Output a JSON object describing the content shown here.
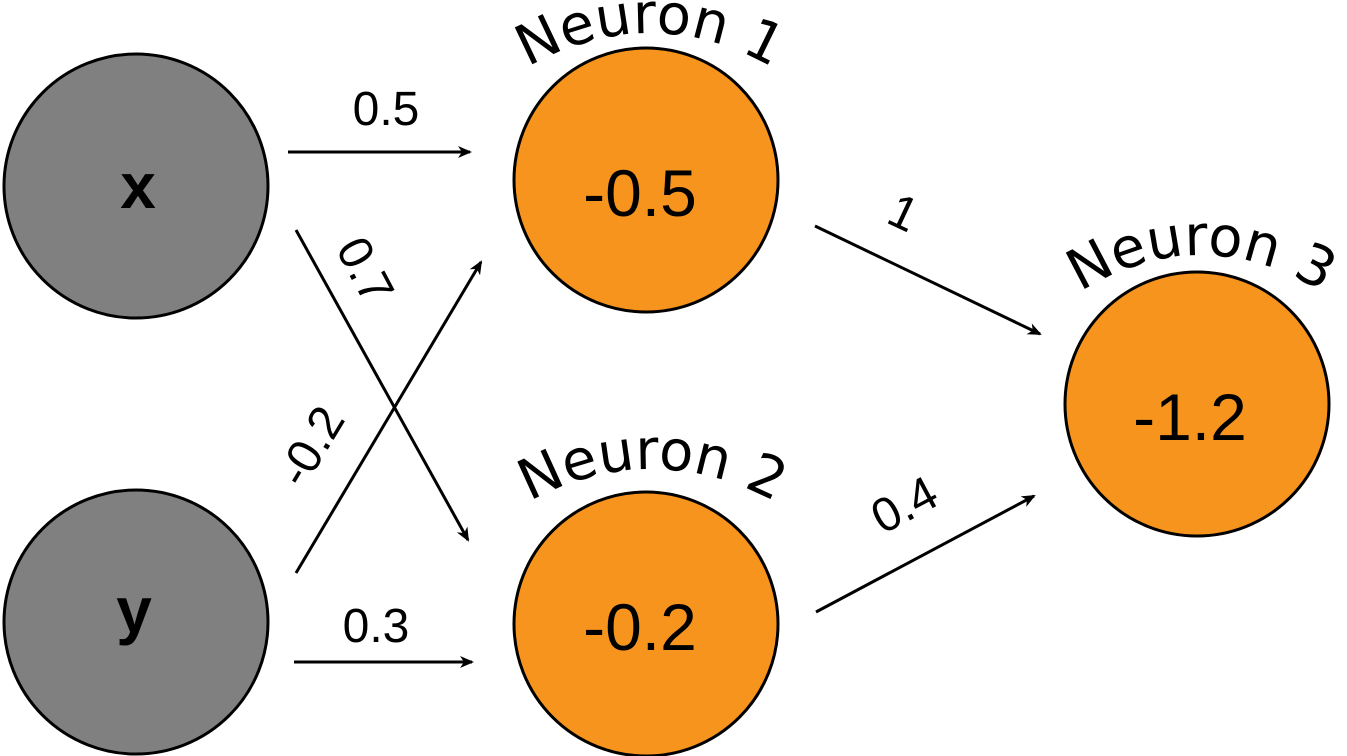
{
  "inputs": {
    "x": {
      "label": "x"
    },
    "y": {
      "label": "y"
    }
  },
  "neurons": {
    "n1": {
      "name": "Neuron 1",
      "value": "-0.5"
    },
    "n2": {
      "name": "Neuron 2",
      "value": "-0.2"
    },
    "n3": {
      "name": "Neuron 3",
      "value": "-1.2"
    }
  },
  "weights": {
    "x_n1": "0.5",
    "x_n2": "0.7",
    "y_n1": "-0.2",
    "y_n2": "0.3",
    "n1_n3": "1",
    "n2_n3": "0.4"
  },
  "colors": {
    "input_fill": "#808080",
    "neuron_fill": "#F7941D",
    "stroke": "#000000"
  }
}
